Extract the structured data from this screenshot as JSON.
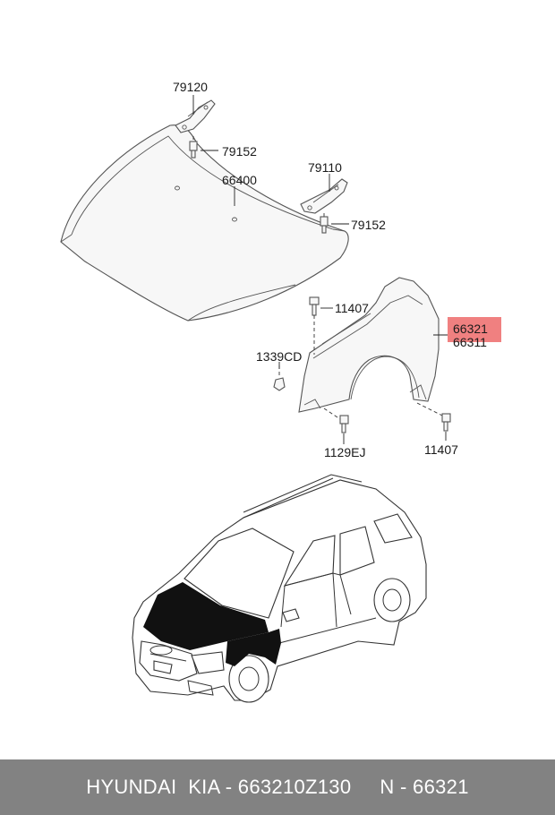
{
  "labels": {
    "hinge_left": "79120",
    "bolt_left": "79152",
    "hinge_right": "79110",
    "bolt_right": "79152",
    "hood": "66400",
    "fender_bolt_top": "11407",
    "fender_rh": "66321",
    "fender_lh": "66311",
    "clip": "1339CD",
    "screw_front": "1129EJ",
    "fender_bolt_rear": "11407"
  },
  "highlight_color": "#f08080",
  "footer": {
    "text": "HYUNDAI  KIA - 663210Z130     N - 66321"
  }
}
